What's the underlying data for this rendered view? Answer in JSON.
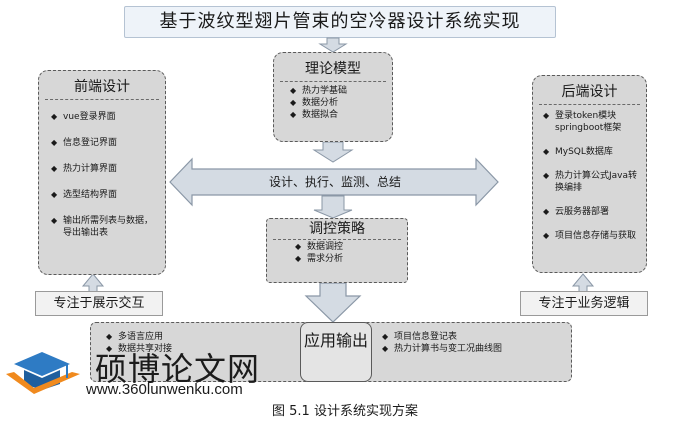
{
  "title": "基于波纹型翅片管束的空冷器设计系统实现",
  "frontend": {
    "heading": "前端设计",
    "items": [
      "vue登录界面",
      "信息登记界面",
      "热力计算界面",
      "选型结构界面",
      "输出所需列表与数据，导出输出表"
    ],
    "footer": "专注于展示交互"
  },
  "theory": {
    "heading": "理论模型",
    "items": [
      "热力学基础",
      "数据分析",
      "数据拟合"
    ]
  },
  "backend": {
    "heading": "后端设计",
    "items": [
      "登录token模块springboot框架",
      "MySQL数据库",
      "热力计算公式Java转换编排",
      "云服务器部署",
      "项目信息存储与获取"
    ],
    "footer": "专注于业务逻辑"
  },
  "center_arrow_label": "设计、执行、监测、总结",
  "control": {
    "heading": "调控策略",
    "items": [
      "数据调控",
      "需求分析"
    ]
  },
  "output": {
    "heading": "应用输出",
    "left_items": [
      "多语言应用",
      "数据共享对接"
    ],
    "right_items": [
      "项目信息登记表",
      "热力计算书与变工况曲线图"
    ]
  },
  "caption": "图 5.1  设计系统实现方案",
  "watermark": {
    "text": "硕博论文网",
    "url": "www.360lunwenku.com"
  },
  "colors": {
    "panel_fill": "#d7d7d7",
    "arrow_fill": "#d4dbe3",
    "title_fill": "#eef3f9"
  }
}
